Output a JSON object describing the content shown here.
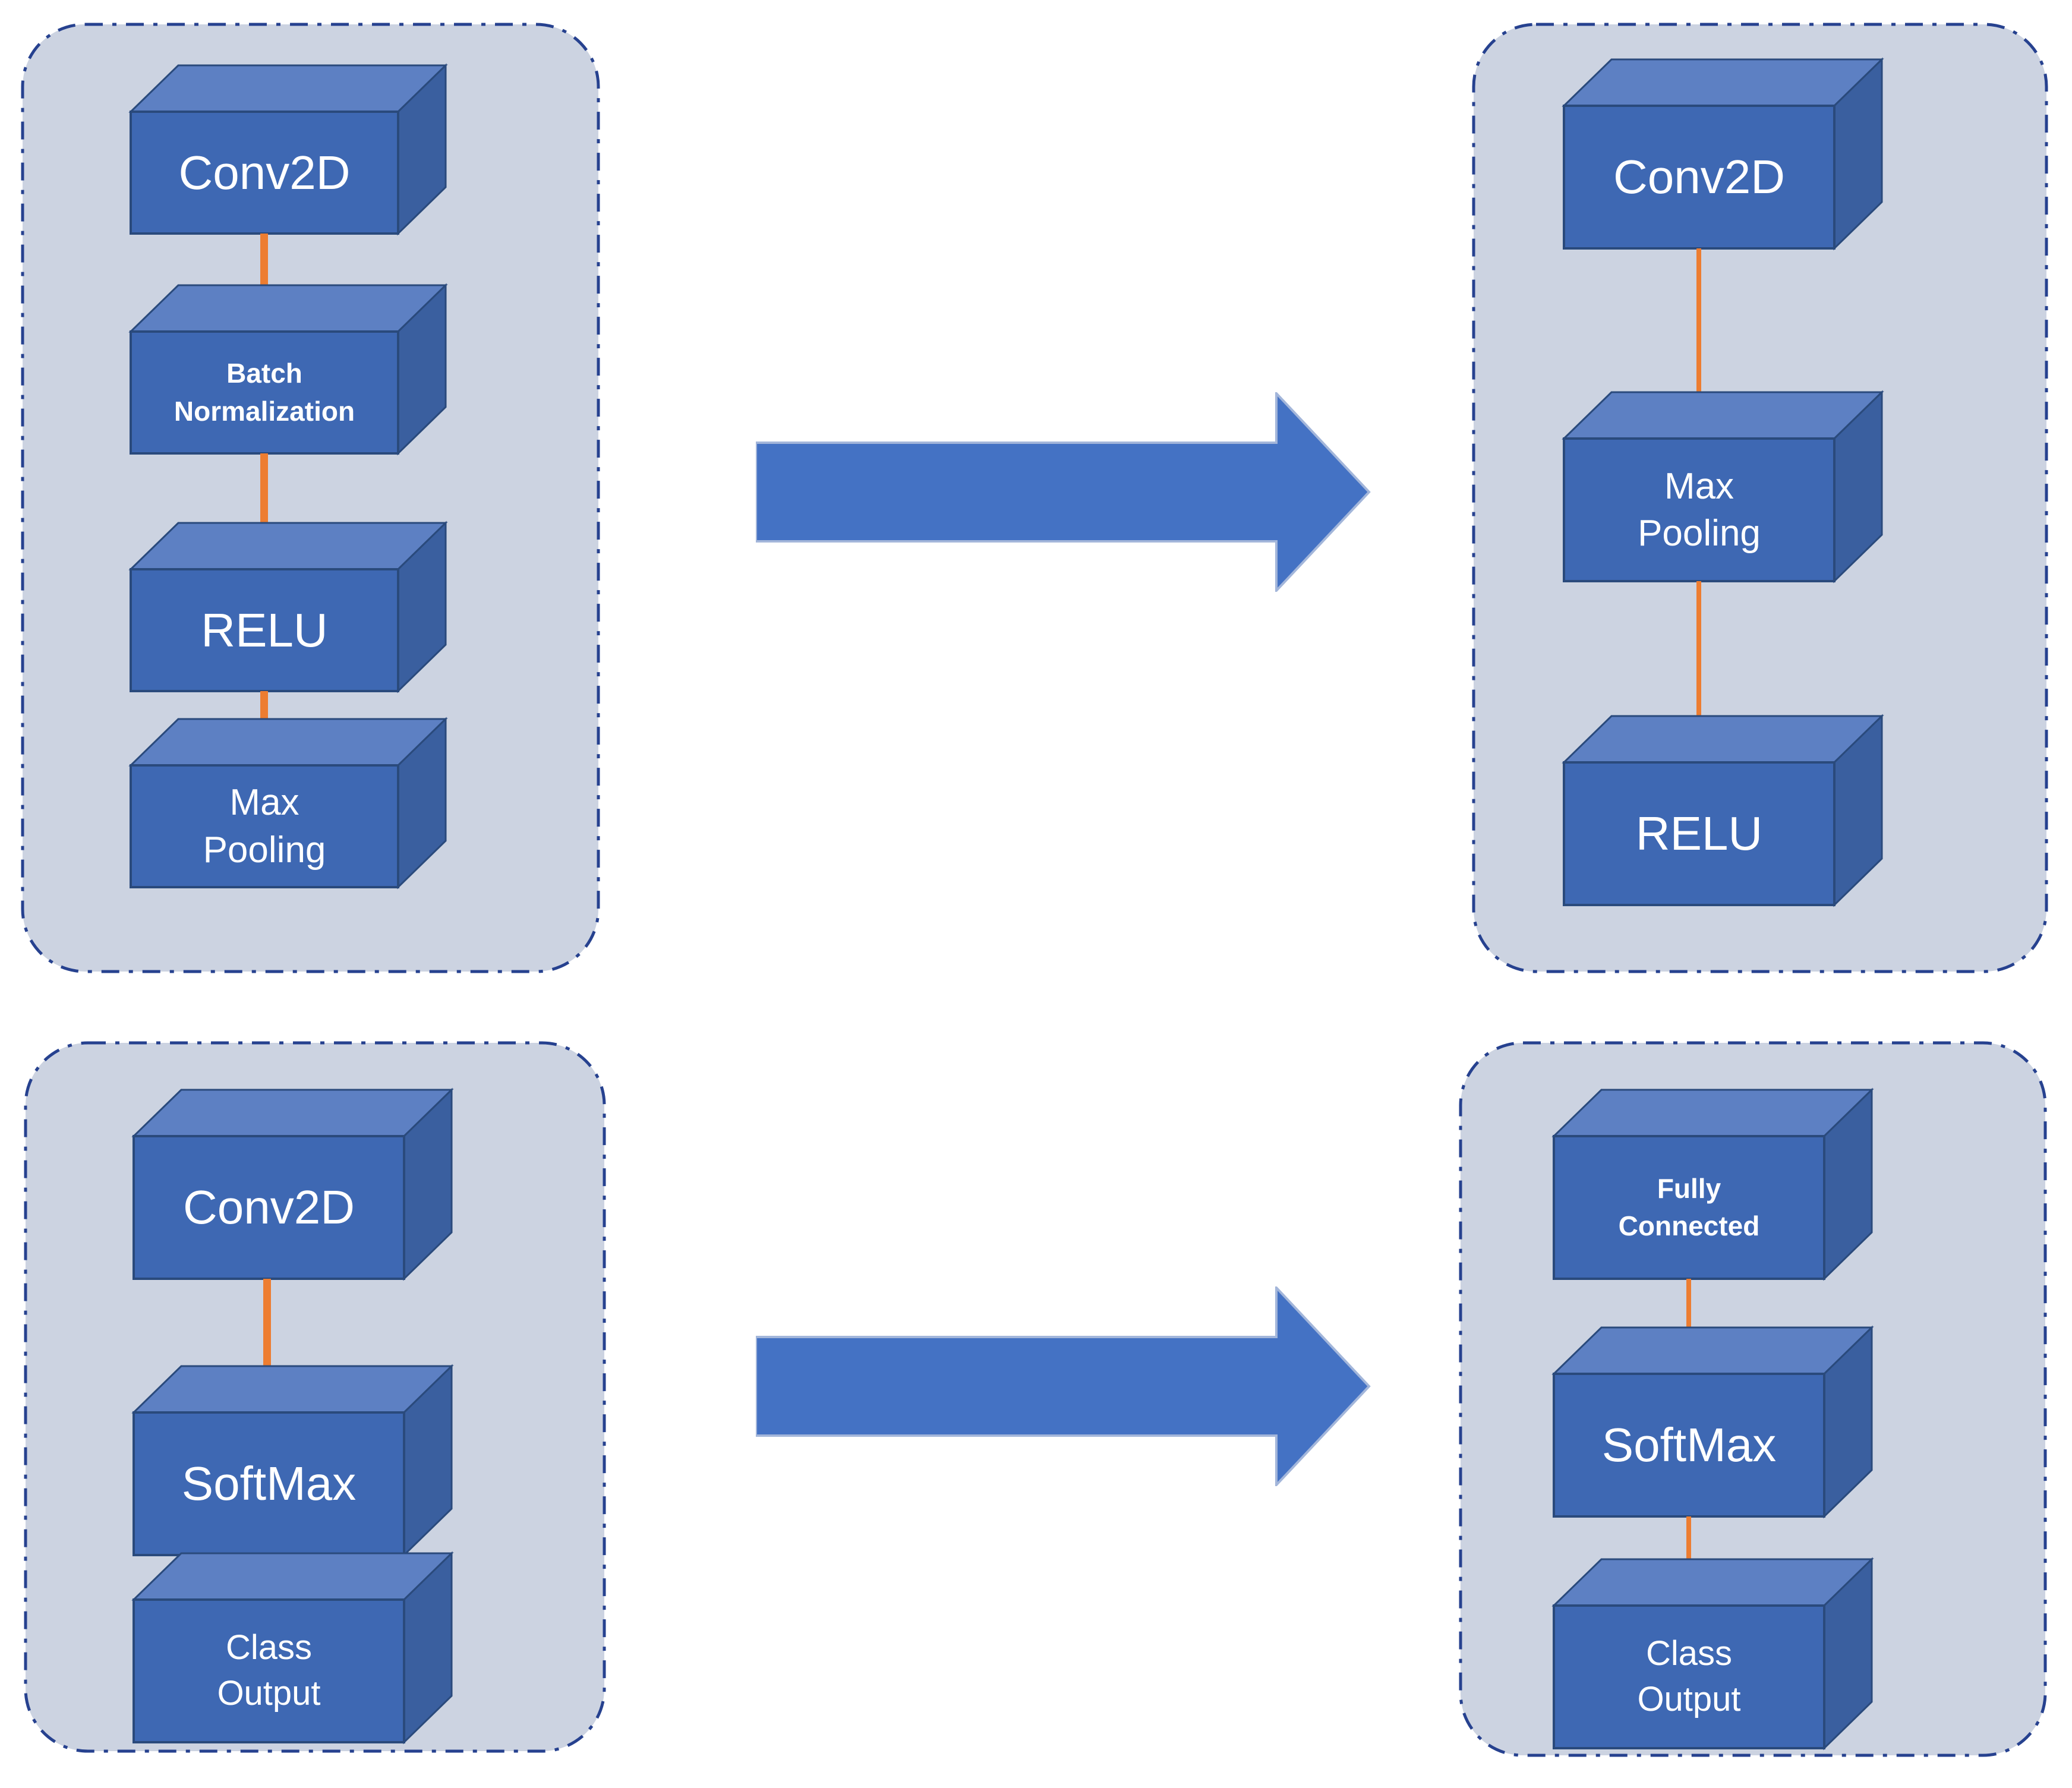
{
  "colors": {
    "page_background": "#ffffff",
    "panel_background": "#ccd3e1",
    "panel_border": "#26418f",
    "box_front": "#3e68b3",
    "box_top": "#5d80c3",
    "box_side": "#3a5f9f",
    "box_edge": "#2a4a7c",
    "flow_arrow": "#ED7D31",
    "transform_arrow_fill": "#4472C4",
    "transform_arrow_outline": "#A3B6DA",
    "label_text": "#ffffff"
  },
  "icons": {
    "flow": "down-arrow-icon",
    "transform": "right-arrow-icon"
  },
  "panels": [
    {
      "name": "top-left",
      "boxes": [
        {
          "id": "conv2d",
          "lines": [
            "Conv2D"
          ]
        },
        {
          "id": "batch-normalization",
          "lines": [
            "Batch",
            "Normalization"
          ]
        },
        {
          "id": "relu",
          "lines": [
            "RELU"
          ]
        },
        {
          "id": "max-pooling",
          "lines": [
            "Max",
            "Pooling"
          ]
        }
      ]
    },
    {
      "name": "top-right",
      "boxes": [
        {
          "id": "conv2d",
          "lines": [
            "Conv2D"
          ]
        },
        {
          "id": "max-pooling",
          "lines": [
            "Max",
            "Pooling"
          ]
        },
        {
          "id": "relu",
          "lines": [
            "RELU"
          ]
        }
      ]
    },
    {
      "name": "bottom-left",
      "boxes": [
        {
          "id": "conv2d",
          "lines": [
            "Conv2D"
          ]
        },
        {
          "id": "softmax",
          "lines": [
            "SoftMax"
          ]
        },
        {
          "id": "class-output",
          "lines": [
            "Class",
            "Output"
          ]
        }
      ]
    },
    {
      "name": "bottom-right",
      "boxes": [
        {
          "id": "fully-connected",
          "lines": [
            "Fully",
            "Connected"
          ]
        },
        {
          "id": "softmax",
          "lines": [
            "SoftMax"
          ]
        },
        {
          "id": "class-output",
          "lines": [
            "Class",
            "Output"
          ]
        }
      ]
    }
  ]
}
